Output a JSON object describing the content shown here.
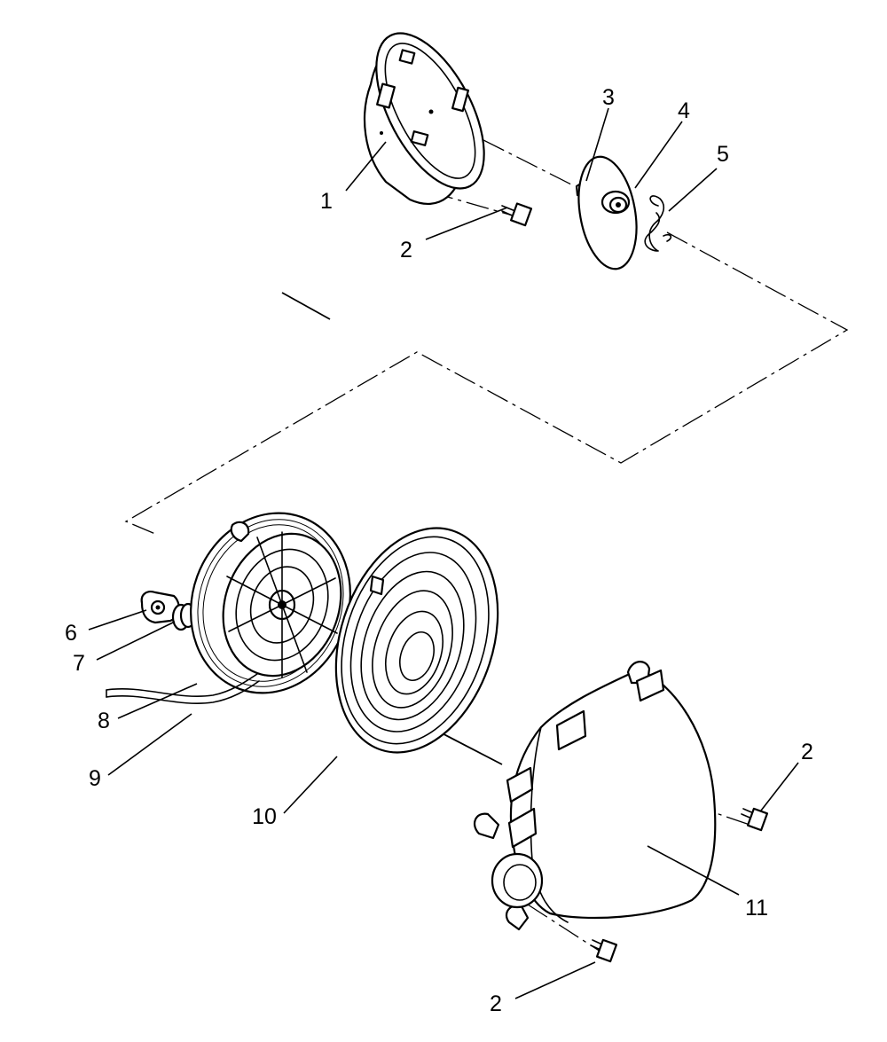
{
  "diagram": {
    "callouts": [
      {
        "id": "c1",
        "label": "1"
      },
      {
        "id": "c2a",
        "label": "2"
      },
      {
        "id": "c3",
        "label": "3"
      },
      {
        "id": "c4",
        "label": "4"
      },
      {
        "id": "c5",
        "label": "5"
      },
      {
        "id": "c6",
        "label": "6"
      },
      {
        "id": "c7",
        "label": "7"
      },
      {
        "id": "c8",
        "label": "8"
      },
      {
        "id": "c9",
        "label": "9"
      },
      {
        "id": "c10",
        "label": "10"
      },
      {
        "id": "c2b",
        "label": "2"
      },
      {
        "id": "c11",
        "label": "11"
      },
      {
        "id": "c2c",
        "label": "2"
      }
    ]
  }
}
